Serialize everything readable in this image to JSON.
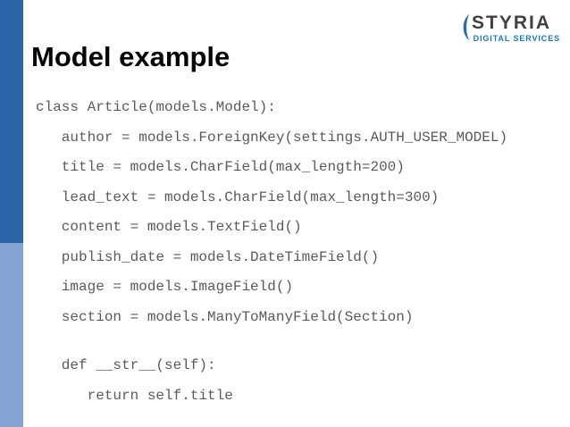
{
  "slide": {
    "title": "Model example",
    "logo": {
      "mark": "left-parenthesis",
      "name": "STYRIA",
      "subtitle": "DIGITAL SERVICES"
    },
    "code": {
      "language": "python",
      "lines": [
        "class Article(models.Model):",
        "   author = models.ForeignKey(settings.AUTH_USER_MODEL)",
        "   title = models.CharField(max_length=200)",
        "   lead_text = models.CharField(max_length=300)",
        "   content = models.TextField()",
        "   publish_date = models.DateTimeField()",
        "   image = models.ImageField()",
        "   section = models.ManyToManyField(Section)",
        "",
        "   def __str__(self):",
        "      return self.title"
      ]
    }
  },
  "colors": {
    "bar_dark": "#2b64a6",
    "bar_light": "#85a3d3",
    "logo_name": "#414042",
    "logo_blue": "#1c75bc",
    "code_text": "#5a5a5a"
  }
}
